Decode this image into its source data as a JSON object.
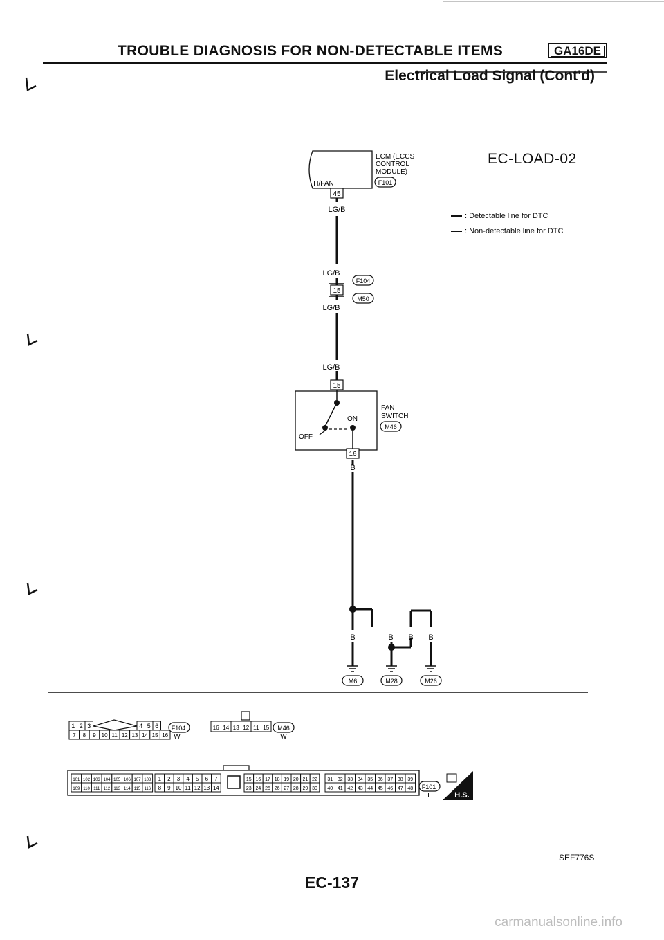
{
  "header": {
    "title": "TROUBLE DIAGNOSIS FOR NON-DETECTABLE ITEMS",
    "badge": "GA16DE",
    "subtitle": "Electrical Load Signal (Cont'd)"
  },
  "diagram_code": "EC-LOAD-02",
  "legend": {
    "detectable": ": Detectable line for DTC",
    "non_detectable": ": Non-detectable line for DTC"
  },
  "ecm": {
    "name_line1": "ECM (ECCS",
    "name_line2": "CONTROL",
    "name_line3": "MODULE)",
    "connector": "F101",
    "terminal_label": "H/FAN",
    "terminal": "45"
  },
  "wires": {
    "lgb": "LG/B",
    "b": "B"
  },
  "joint": {
    "terminal": "15",
    "connector_a": "F104",
    "connector_b": "M50"
  },
  "fan_switch": {
    "name_line1": "FAN",
    "name_line2": "SWITCH",
    "connector": "M46",
    "in_terminal": "15",
    "out_terminal": "16",
    "on_label": "ON",
    "off_label": "OFF"
  },
  "grounds": [
    "M6",
    "M28",
    "M26"
  ],
  "connector_views": {
    "f104": {
      "top": [
        "1",
        "2",
        "3",
        "4",
        "5",
        "6"
      ],
      "bottom": [
        "7",
        "8",
        "9",
        "10",
        "11",
        "12",
        "13",
        "14",
        "15",
        "16"
      ],
      "label": "F104",
      "color": "W"
    },
    "m46": {
      "cells": [
        "16",
        "14",
        "13",
        "12",
        "11",
        "15"
      ],
      "label": "M46",
      "color": "W"
    },
    "f101": {
      "block1_top": [
        "101",
        "102",
        "103",
        "104",
        "105",
        "106",
        "107",
        "108"
      ],
      "block1_bottom": [
        "109",
        "110",
        "111",
        "112",
        "113",
        "114",
        "115",
        "116"
      ],
      "block2_top": [
        "1",
        "2",
        "3",
        "4",
        "5",
        "6",
        "7"
      ],
      "block2_bottom": [
        "8",
        "9",
        "10",
        "11",
        "12",
        "13",
        "14"
      ],
      "block3_top": [
        "15",
        "16",
        "17",
        "18",
        "19",
        "20",
        "21",
        "22"
      ],
      "block3_bottom": [
        "23",
        "24",
        "25",
        "26",
        "27",
        "28",
        "29",
        "30"
      ],
      "block4_top": [
        "31",
        "32",
        "33",
        "34",
        "35",
        "36",
        "37",
        "38",
        "39"
      ],
      "block4_bottom": [
        "40",
        "41",
        "42",
        "43",
        "44",
        "45",
        "46",
        "47",
        "48"
      ],
      "label": "F101",
      "color": "L",
      "hs": "H.S."
    }
  },
  "footer": {
    "page": "EC-137",
    "ref": "SEF776S",
    "watermark": "carmanualsonline.info"
  }
}
